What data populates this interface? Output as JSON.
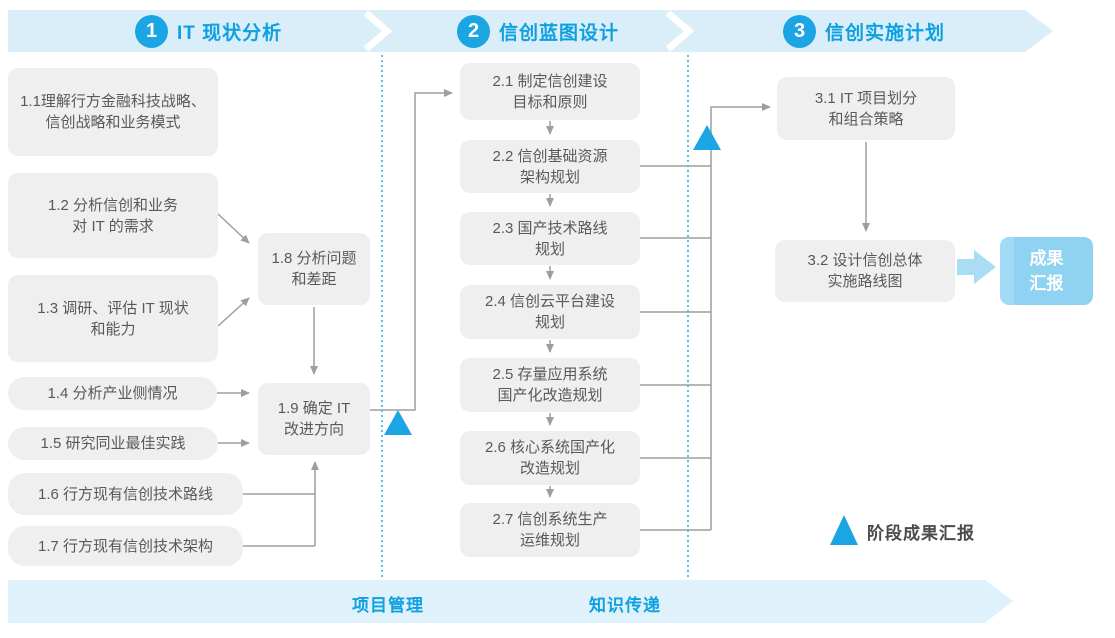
{
  "phases": [
    {
      "number": "1",
      "title": "IT 现状分析"
    },
    {
      "number": "2",
      "title": "信创蓝图设计"
    },
    {
      "number": "3",
      "title": "信创实施计划"
    }
  ],
  "boxes": {
    "b11": "1.1理解行方金融科技战略、\n信创战略和业务模式",
    "b12": "1.2 分析信创和业务\n对 IT 的需求",
    "b13": "1.3 调研、评估 IT 现状\n和能力",
    "b14": "1.4 分析产业侧情况",
    "b15": "1.5 研究同业最佳实践",
    "b16": "1.6 行方现有信创技术路线",
    "b17": "1.7 行方现有信创技术架构",
    "b18": "1.8 分析问题\n和差距",
    "b19": "1.9 确定 IT\n改进方向",
    "b21": "2.1 制定信创建设\n目标和原则",
    "b22": "2.2 信创基础资源\n架构规划",
    "b23": "2.3 国产技术路线\n规划",
    "b24": "2.4 信创云平台建设\n规划",
    "b25": "2.5 存量应用系统\n国产化改造规划",
    "b26": "2.6 核心系统国产化\n改造规划",
    "b27": "2.7 信创系统生产\n运维规划",
    "b31": "3.1 IT 项目划分\n和组合策略",
    "b32": "3.2 设计信创总体\n实施路线图"
  },
  "result_box_label": "成果\n汇报",
  "bottom_band": {
    "project_management": "项目管理",
    "knowledge_transfer": "知识传递"
  },
  "legend": {
    "stage_report": "阶段成果汇报",
    "icon": "blue-triangle-up"
  },
  "colors": {
    "accent_blue": "#1BA6E3",
    "header_ribbon": "#D9EEF9",
    "bottom_ribbon": "#DFF2FB",
    "phase_title_text": "#0EA0E0",
    "task_box_bg": "#EFEFEF",
    "task_box_text": "#58595B",
    "connector_gray": "#9E9E9E",
    "result_box_fill": "#8FD2F1",
    "result_arrow_fill": "#A9DDF6"
  }
}
